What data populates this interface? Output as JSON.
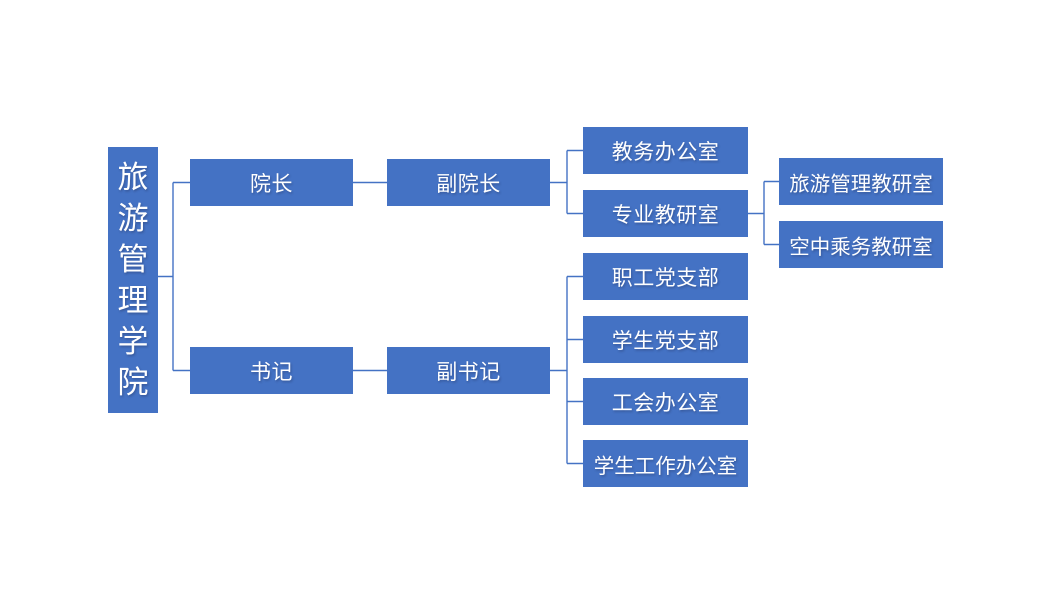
{
  "org_chart": {
    "type": "organization-chart",
    "root": {
      "id": "college",
      "label": "旅游管理学院"
    },
    "branches": [
      {
        "id": "dean",
        "label": "院长",
        "children": [
          {
            "id": "vice-dean",
            "label": "副院长",
            "children": [
              {
                "id": "academic-affairs-office",
                "label": "教务办公室"
              },
              {
                "id": "professional-teaching-research-office",
                "label": "专业教研室",
                "children": [
                  {
                    "id": "tourism-management-teaching-research-office",
                    "label": "旅游管理教研室"
                  },
                  {
                    "id": "air-crew-teaching-research-office",
                    "label": "空中乘务教研室"
                  }
                ]
              }
            ]
          }
        ]
      },
      {
        "id": "secretary",
        "label": "书记",
        "children": [
          {
            "id": "deputy-secretary",
            "label": "副书记",
            "children": [
              {
                "id": "staff-party-branch",
                "label": "职工党支部"
              },
              {
                "id": "student-party-branch",
                "label": "学生党支部"
              },
              {
                "id": "labor-union-office",
                "label": "工会办公室"
              },
              {
                "id": "student-affairs-office",
                "label": "学生工作办公室"
              }
            ]
          }
        ]
      }
    ],
    "colors": {
      "node_fill": "#4472C4",
      "connector": "#4472C4",
      "node_text": "#FFFFFF",
      "background": "#FFFFFF"
    }
  }
}
